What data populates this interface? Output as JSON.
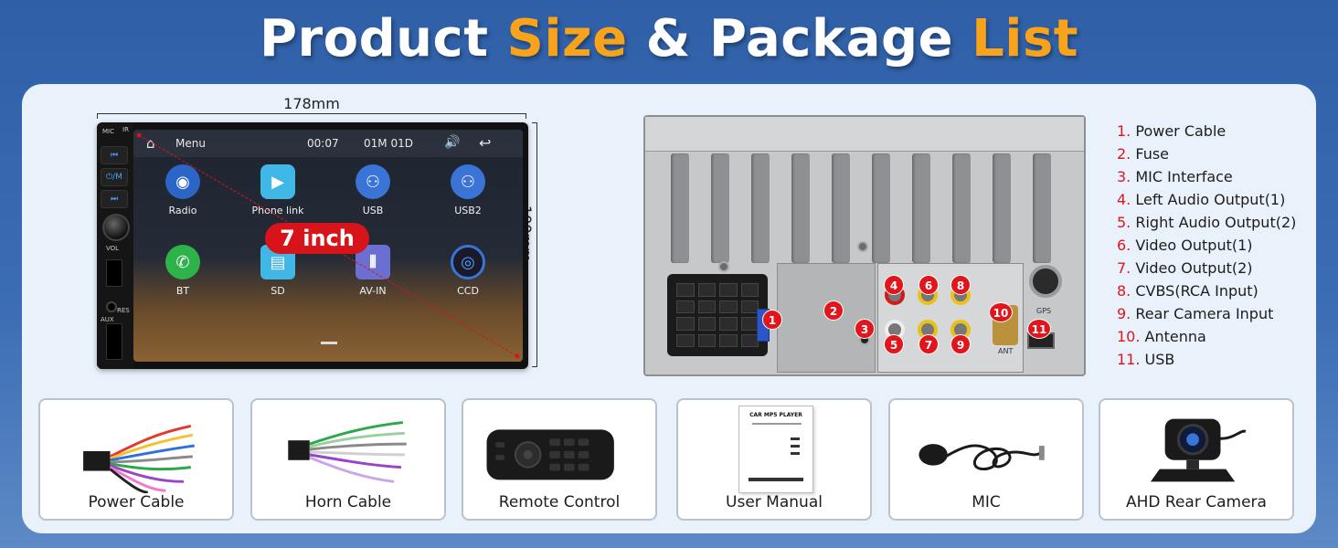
{
  "title": {
    "part1": "Product",
    "part2": "Size",
    "part3": "& Package",
    "part4": "List",
    "accent_color": "#f7a41c"
  },
  "dimensions": {
    "width": "178mm",
    "height": "100mm"
  },
  "badge": "7 inch",
  "head_unit": {
    "side_labels": {
      "mic": "MIC",
      "ir": "IR",
      "vol": "VOL",
      "aux": "AUX",
      "res": "RES"
    },
    "side_buttons": [
      "⏮",
      "⏻/M",
      "⏭"
    ],
    "status": {
      "menu": "Menu",
      "time": "00:07",
      "date": "01M 01D"
    },
    "apps": [
      {
        "label": "Radio",
        "icon": "radio-icon"
      },
      {
        "label": "Phone link",
        "icon": "phone-link-icon"
      },
      {
        "label": "USB",
        "icon": "usb-icon"
      },
      {
        "label": "USB2",
        "icon": "usb2-icon"
      },
      {
        "label": "BT",
        "icon": "bluetooth-phone-icon"
      },
      {
        "label": "SD",
        "icon": "sd-card-icon"
      },
      {
        "label": "AV-IN",
        "icon": "av-in-icon"
      },
      {
        "label": "CCD",
        "icon": "camera-icon"
      }
    ]
  },
  "rear_labels": {
    "gps": "GPS",
    "ant": "ANT"
  },
  "legend": [
    {
      "n": "1.",
      "text": "Power Cable"
    },
    {
      "n": "2.",
      "text": "Fuse"
    },
    {
      "n": "3.",
      "text": "MIC Interface"
    },
    {
      "n": "4.",
      "text": "Left Audio Output(1)"
    },
    {
      "n": "5.",
      "text": "Right Audio Output(2)"
    },
    {
      "n": "6.",
      "text": "Video Output(1)"
    },
    {
      "n": "7.",
      "text": "Video Output(2)"
    },
    {
      "n": "8.",
      "text": "CVBS(RCA Input)"
    },
    {
      "n": "9.",
      "text": "Rear Camera Input"
    },
    {
      "n": "10.",
      "text": "Antenna"
    },
    {
      "n": "11.",
      "text": "USB"
    }
  ],
  "markers": [
    "1",
    "2",
    "3",
    "4",
    "5",
    "6",
    "7",
    "8",
    "9",
    "10",
    "11"
  ],
  "package": [
    {
      "label": "Power Cable",
      "icon": "power-cable-icon"
    },
    {
      "label": "Horn Cable",
      "icon": "horn-cable-icon"
    },
    {
      "label": "Remote Control",
      "icon": "remote-control-icon"
    },
    {
      "label": "User Manual",
      "icon": "user-manual-icon"
    },
    {
      "label": "MIC",
      "icon": "microphone-icon"
    },
    {
      "label": "AHD Rear Camera",
      "icon": "rear-camera-icon"
    }
  ],
  "manual_cover_title": "CAR MP5 PLAYER",
  "colors": {
    "background": "#2f5fa7",
    "panel": "#e9f1fb",
    "marker_red": "#e0161c"
  }
}
